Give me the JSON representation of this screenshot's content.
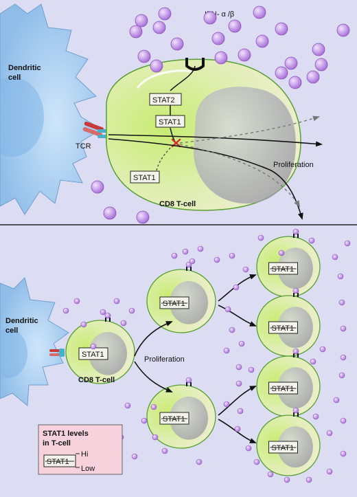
{
  "top_panel": {
    "dendritic_cell_line1": "Dendritic",
    "dendritic_cell_line2": "cell",
    "tcr": "TCR",
    "ifn": "IFN- α /β",
    "stat2": "STAT2",
    "stat1_upper": "STAT1",
    "stat1_lower": "STAT1",
    "proliferation": "Proliferation",
    "cd8": "CD8 T-cell"
  },
  "bottom_panel": {
    "dendritic_cell_line1": "Dendritic",
    "dendritic_cell_line2": "cell",
    "cd8": "CD8 T-cell",
    "proliferation": "Proliferation",
    "stat1_label": "STAT1"
  },
  "legend": {
    "title_line1": "STAT1 levels",
    "title_line2": "in T-cell",
    "sample": "STAT1",
    "hi": "Hi",
    "low": "Low"
  },
  "colors": {
    "background": "#dcdcf2",
    "dendritic": "#a9cff0",
    "tcell": "#d9ec9a",
    "nucleus": "#b8b8c0",
    "cytokine": "#b985e0",
    "legend_bg": "#f7d2dc"
  }
}
